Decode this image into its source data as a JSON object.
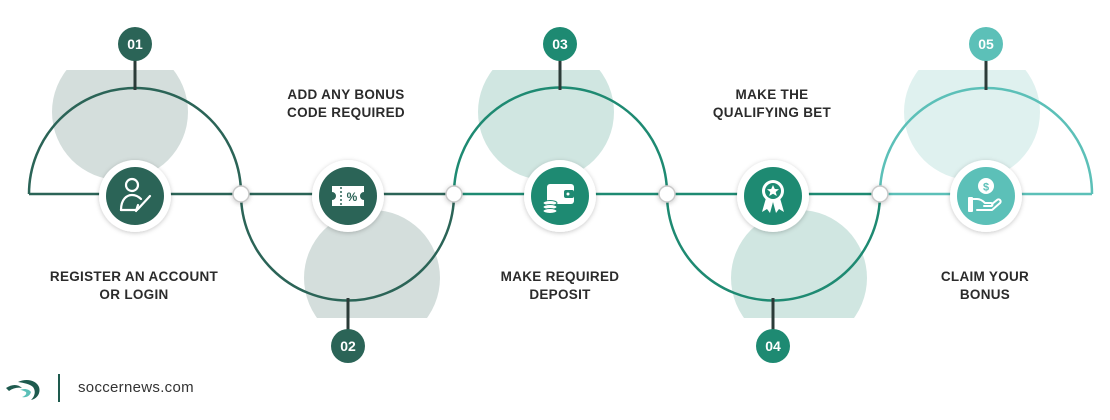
{
  "steps": [
    {
      "number": "01",
      "line1": "REGISTER AN ACCOUNT",
      "line2": "OR LOGIN",
      "icon": "user-edit-icon",
      "color": "#2b6457"
    },
    {
      "number": "02",
      "line1": "ADD ANY BONUS",
      "line2": "CODE REQUIRED",
      "icon": "coupon-percent-icon",
      "color": "#2b6457"
    },
    {
      "number": "03",
      "line1": "MAKE REQUIRED",
      "line2": "DEPOSIT",
      "icon": "wallet-coins-icon",
      "color": "#1e8a72"
    },
    {
      "number": "04",
      "line1": "MAKE THE",
      "line2": "QUALIFYING BET",
      "icon": "award-badge-icon",
      "color": "#1e8a72"
    },
    {
      "number": "05",
      "line1": "CLAIM YOUR",
      "line2": "BONUS",
      "icon": "hand-money-icon",
      "color": "#5cc0b8"
    }
  ],
  "brand": {
    "text": "soccernews.com",
    "logo_icon": "soccernews-logo-icon",
    "color": "#1e5a4e"
  }
}
